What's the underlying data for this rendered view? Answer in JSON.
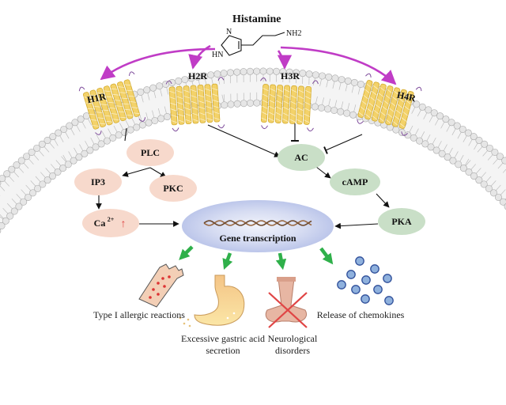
{
  "title": "Histamine",
  "molecule": {
    "nh2": "NH2",
    "nh": "N",
    "h": "H",
    "n": "N"
  },
  "receptors": {
    "h1r": "H1R",
    "h2r": "H2R",
    "h3r": "H3R",
    "h4r": "H4R"
  },
  "nodes": {
    "plc": "PLC",
    "ip3": "IP3",
    "pkc": "PKC",
    "ca": "Ca",
    "ca_sup": "2+",
    "ca_arrow": "↑",
    "ac": "AC",
    "camp": "cAMP",
    "pka": "PKA"
  },
  "center": "Gene transcription",
  "outcomes": {
    "allergic": "Type I allergic reactions",
    "gastric_1": "Excessive gastric acid",
    "gastric_2": "secretion",
    "neuro_1": "Neurological",
    "neuro_2": "disorders",
    "chemokines": "Release of chemokines"
  },
  "colors": {
    "magenta": "#c03cc6",
    "helix": "#f3d26a",
    "node_pink": "#f7d9cc",
    "node_green": "#c9dfc7",
    "arrow_green": "#2fb04a",
    "dot_blue": "#8fb1dd",
    "red_x": "#e04545"
  }
}
